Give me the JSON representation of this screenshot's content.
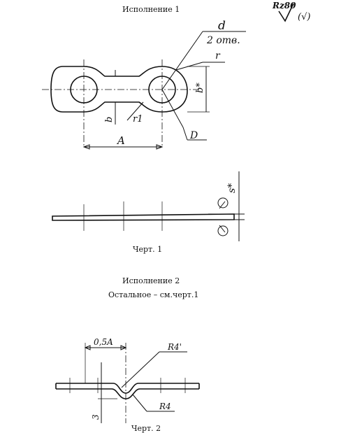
{
  "header": {
    "title": "Исполнение 1",
    "roughness_label": "Rz80",
    "roughness_paren": "(√)"
  },
  "drawing1": {
    "hole_label": "d",
    "hole_count": "2 отв.",
    "radius_r": "r",
    "radius_r1": "r1",
    "width_b": "b",
    "width_b_star": "b*",
    "dim_A": "A",
    "dim_D": "D",
    "thickness_s": "s*",
    "caption": "Черт. 1"
  },
  "drawing2": {
    "title": "Исполнение 2",
    "subtitle": "Остальное – см.черт.1",
    "dim_half_A": "0,5A",
    "radius_top": "R4'",
    "radius_bottom": "R4",
    "dim_3": "3",
    "caption": "Черт. 2"
  }
}
